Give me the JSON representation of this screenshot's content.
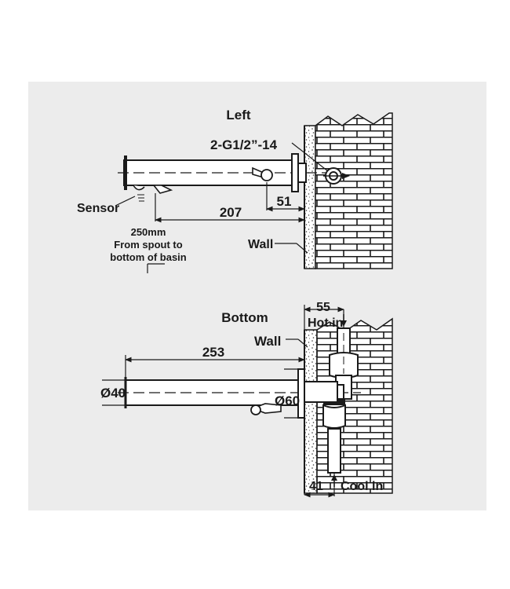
{
  "left_view": {
    "title": "Left",
    "thread": "2-G1/2”-14",
    "sensor_label": "Sensor",
    "dim_spout_length": "207",
    "dim_wall_offset": "51",
    "height_value": "250mm",
    "height_note_1": "From spout to",
    "height_note_2": "bottom of basin",
    "wall_label": "Wall"
  },
  "bottom_view": {
    "title": "Bottom",
    "wall_label": "Wall",
    "dim_length": "253",
    "dim_pipe_diameter": "Ø40",
    "dim_flange_diameter": "Ø60",
    "dim_top": "55",
    "hot_in": "Hot in",
    "dim_bottom": "41",
    "cool_in": "Cool in"
  },
  "colors": {
    "panel": "#ececec",
    "line": "#1a1a1a",
    "wall_fill": "#ffffff"
  }
}
